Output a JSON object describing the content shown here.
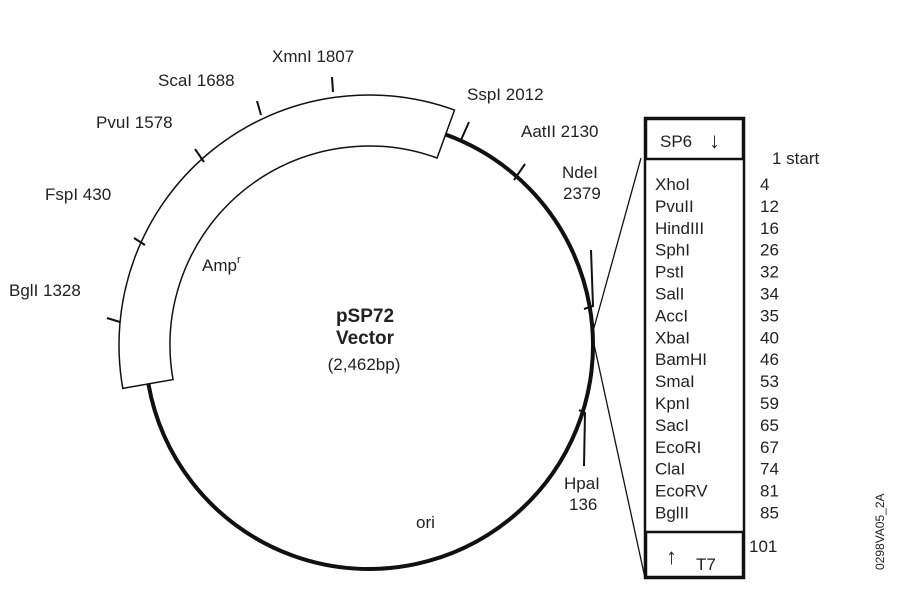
{
  "plasmid": {
    "name": "pSP72",
    "name2": "Vector",
    "size": "(2,462bp)"
  },
  "features": {
    "amp": "Amp",
    "amp_sup": "r",
    "ori": "ori"
  },
  "sites": {
    "xmni": "XmnI 1807",
    "scai": "ScaI 1688",
    "pvui": "PvuI 1578",
    "fspi": "FspI 430",
    "bgli": "BglI 1328",
    "sspi": "SspI 2012",
    "aatii": "AatII 2130",
    "ndei_name": "NdeI",
    "ndei_pos": "2379",
    "hpai_name": "HpaI",
    "hpai_pos": "136"
  },
  "mcs": {
    "sp6": "SP6",
    "sp6_arrow": "↓",
    "t7": "T7",
    "t7_arrow": "↑",
    "start": "1 start",
    "end": "101",
    "sites": [
      {
        "name": "XhoI",
        "pos": "4"
      },
      {
        "name": "PvuII",
        "pos": "12"
      },
      {
        "name": "HindIII",
        "pos": "16"
      },
      {
        "name": "SphI",
        "pos": "26"
      },
      {
        "name": "PstI",
        "pos": "32"
      },
      {
        "name": "SalI",
        "pos": "34"
      },
      {
        "name": "AccI",
        "pos": "35"
      },
      {
        "name": "XbaI",
        "pos": "40"
      },
      {
        "name": "BamHI",
        "pos": "46"
      },
      {
        "name": "SmaI",
        "pos": "53"
      },
      {
        "name": "KpnI",
        "pos": "59"
      },
      {
        "name": "SacI",
        "pos": "65"
      },
      {
        "name": "EcoRI",
        "pos": "67"
      },
      {
        "name": "ClaI",
        "pos": "74"
      },
      {
        "name": "EcoRV",
        "pos": "81"
      },
      {
        "name": "BglII",
        "pos": "85"
      }
    ]
  },
  "figure_id": "0298VA05_2A"
}
